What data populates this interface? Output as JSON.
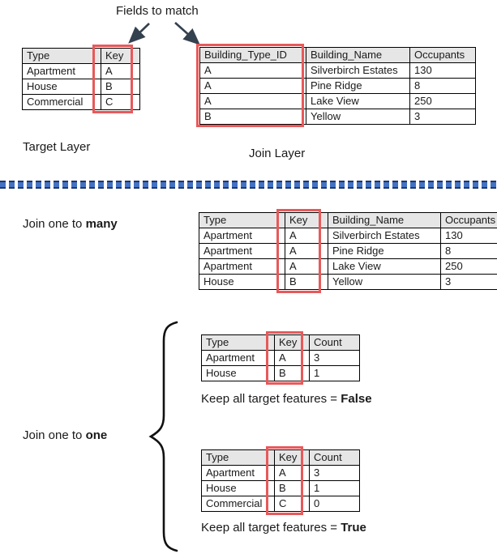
{
  "fields_to_match": "Fields to match",
  "colors": {
    "highlight_red": "#e8595a",
    "table_header_bg": "#e7e6e6",
    "arrow_dark_slate": "#34414f",
    "divider_blue": "#4472c4",
    "divider_dark_blue": "#1f3864"
  },
  "target_layer": {
    "caption": "Target Layer",
    "table": {
      "headers": [
        "Type",
        "Key"
      ],
      "rows": [
        [
          "Apartment",
          "A"
        ],
        [
          "House",
          "B"
        ],
        [
          "Commercial",
          "C"
        ]
      ]
    }
  },
  "join_layer": {
    "caption": "Join Layer",
    "table": {
      "headers": [
        "Building_Type_ID",
        "Building_Name",
        "Occupants"
      ],
      "rows": [
        [
          "A",
          "Silverbirch Estates",
          "130"
        ],
        [
          "A",
          "Pine Ridge",
          "8"
        ],
        [
          "A",
          "Lake View",
          "250"
        ],
        [
          "B",
          "Yellow",
          "3"
        ]
      ]
    }
  },
  "join_one_to_many": {
    "label": {
      "regular": "Join one to ",
      "bold": "many"
    },
    "table": {
      "headers": [
        "Type",
        "Key",
        "Building_Name",
        "Occupants"
      ],
      "rows": [
        [
          "Apartment",
          "A",
          "Silverbirch Estates",
          "130"
        ],
        [
          "Apartment",
          "A",
          "Pine Ridge",
          "8"
        ],
        [
          "Apartment",
          "A",
          "Lake View",
          "250"
        ],
        [
          "House",
          "B",
          "Yellow",
          "3"
        ]
      ]
    }
  },
  "join_one_to_one": {
    "label": {
      "regular": "Join one to ",
      "bold": "one"
    },
    "false_result": {
      "caption": {
        "regular": "Keep all target features = ",
        "bold": "False"
      },
      "table": {
        "headers": [
          "Type",
          "Key",
          "Count"
        ],
        "rows": [
          [
            "Apartment",
            "A",
            "3"
          ],
          [
            "House",
            "B",
            "1"
          ]
        ]
      }
    },
    "true_result": {
      "caption": {
        "regular": "Keep all target features = ",
        "bold": "True"
      },
      "table": {
        "headers": [
          "Type",
          "Key",
          "Count"
        ],
        "rows": [
          [
            "Apartment",
            "A",
            "3"
          ],
          [
            "House",
            "B",
            "1"
          ],
          [
            "Commercial",
            "C",
            "0"
          ]
        ]
      }
    }
  }
}
